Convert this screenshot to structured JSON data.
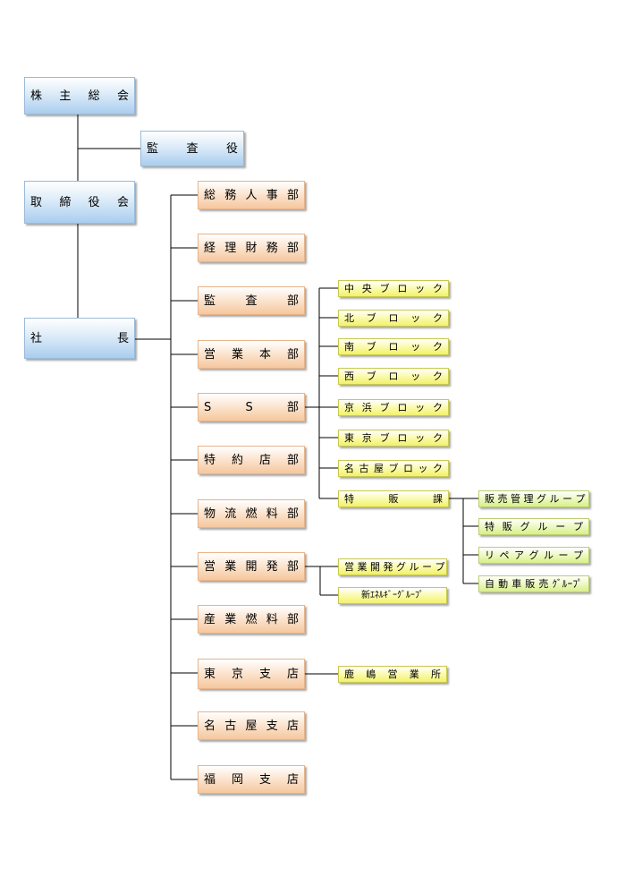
{
  "top": {
    "shareholders": "株 主 総 会",
    "auditor": "監 査 役",
    "board": "取 締 役 会",
    "president": "社 長"
  },
  "departments": [
    "総 務 人 事 部",
    "経 理 財 務 部",
    "監 査 部",
    "営 業 本 部",
    "S S 部",
    "特 約 店 部",
    "物 流 燃 料 部",
    "営 業 開 発 部",
    "産 業 燃 料 部",
    "東 京 支 店",
    "名 古 屋 支 店",
    "福 岡 支 店"
  ],
  "ss_units": [
    "中 央 ブ ロ ッ ク",
    "北 ブ ロ ッ ク",
    "南 ブ ロ ッ ク",
    "西 ブ ロ ッ ク",
    "京 浜 ブ ロ ッ ク",
    "東 京 ブ ロ ッ ク",
    "名 古 屋 ブ ロ ッ ク",
    "特 販 課"
  ],
  "tokuhan_groups": [
    "販 売 管 理 グ ル ー プ",
    "特 販 グ ル ー プ",
    "リ ペ ア グ ル ー プ",
    "自 動 車 販 売 ｸﾞﾙｰﾌﾟ"
  ],
  "dev_units": [
    "営 業 開 発 グ ル ー プ",
    "新ｴﾈﾙｷﾞｰｸﾞﾙｰﾌﾟ"
  ],
  "tokyo_units": [
    "鹿 嶋 営 業 所"
  ]
}
